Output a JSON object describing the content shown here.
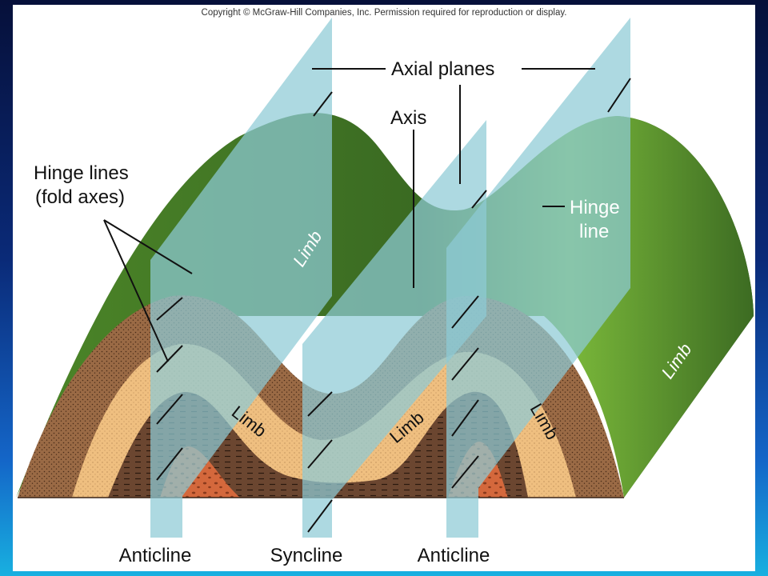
{
  "copyright": "Copyright © McGraw-Hill Companies, Inc. Permission required for reproduction or display.",
  "labels": {
    "axial_planes": "Axial planes",
    "axis": "Axis",
    "hinge_lines_1": "Hinge lines",
    "hinge_lines_2": "(fold axes)",
    "hinge_line_1": "Hinge",
    "hinge_line_2": "line"
  },
  "limbs": {
    "limb_top_left": "Limb",
    "limb_right": "Limb",
    "limb_lower_left": "Limb",
    "limb_lower_mid": "Limb",
    "limb_lower_right": "Limb"
  },
  "fold_names": {
    "left": "Anticline",
    "middle": "Syncline",
    "right": "Anticline"
  },
  "colors": {
    "grass_dark": "#3c6b22",
    "grass_light": "#7ab83a",
    "rock_brown": "#9a6a45",
    "rock_tan": "#efbf80",
    "rock_dark": "#6b4630",
    "rock_red": "#d4683c",
    "axial_plane": "#8ecad6"
  }
}
